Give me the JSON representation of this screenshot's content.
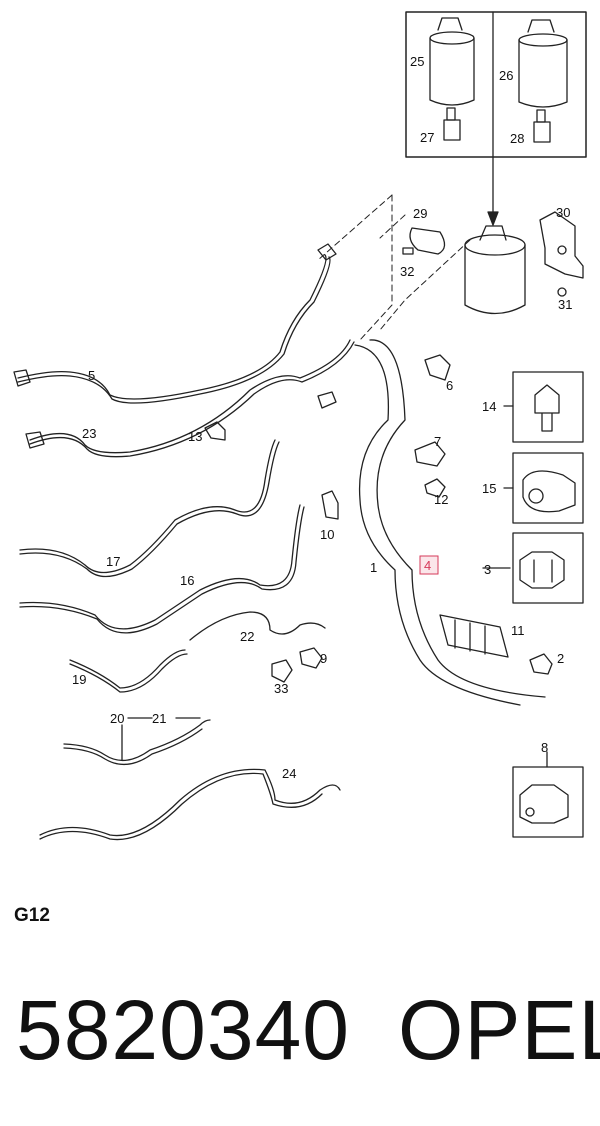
{
  "callouts": [
    "25",
    "26",
    "27",
    "28",
    "29",
    "30",
    "32",
    "31",
    "5",
    "6",
    "14",
    "23",
    "13",
    "7",
    "12",
    "15",
    "10",
    "17",
    "1",
    "4",
    "3",
    "16",
    "11",
    "22",
    "9",
    "2",
    "19",
    "33",
    "20",
    "21",
    "24",
    "8"
  ],
  "section_code": "G12",
  "part_number": "5820340",
  "brand": "OPEL",
  "highlight_color": "#d63a5a"
}
